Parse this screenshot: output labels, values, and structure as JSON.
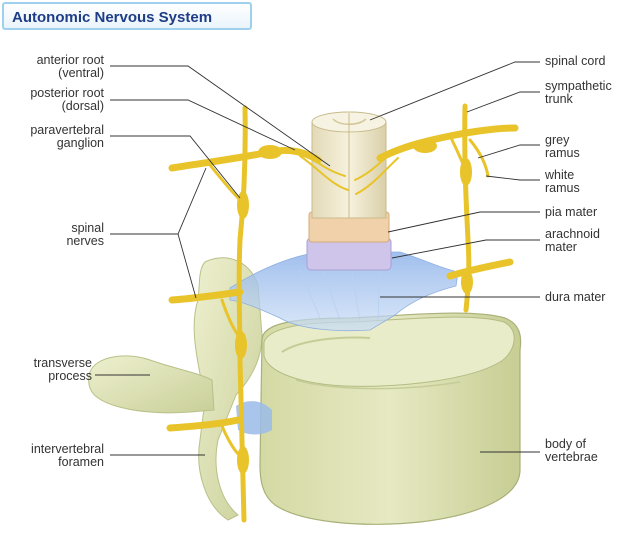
{
  "title": "Autonomic Nervous System",
  "labels": {
    "anterior_root": "anterior root\n(ventral)",
    "posterior_root": "posterior root\n(dorsal)",
    "paravertebral_ganglion": "paravertebral\nganglion",
    "spinal_nerves": "spinal\nnerves",
    "transverse_process": "transverse\nprocess",
    "intervertebral_foramen": "intervertebral\nforamen",
    "spinal_cord": "spinal cord",
    "sympathetic_trunk": "sympathetic\ntrunk",
    "grey_ramus": "grey\nramus",
    "white_ramus": "white\nramus",
    "pia_mater": "pia mater",
    "arachnoid_mater": "arachnoid\nmater",
    "dura_mater": "dura mater",
    "body_of_vertebrae": "body of\nvertebrae"
  },
  "colors": {
    "nerve": "#e8c42a",
    "bone": "#dfe3b4",
    "bone_shadow": "#b9c088",
    "dura": "#a9c7ee",
    "pia": "#f1d1a9",
    "arachnoid": "#cfc4ea",
    "cord": "#f2ecd4",
    "title_text": "#1f3d87",
    "title_border": "#9fd0ee",
    "leader": "#333333"
  }
}
